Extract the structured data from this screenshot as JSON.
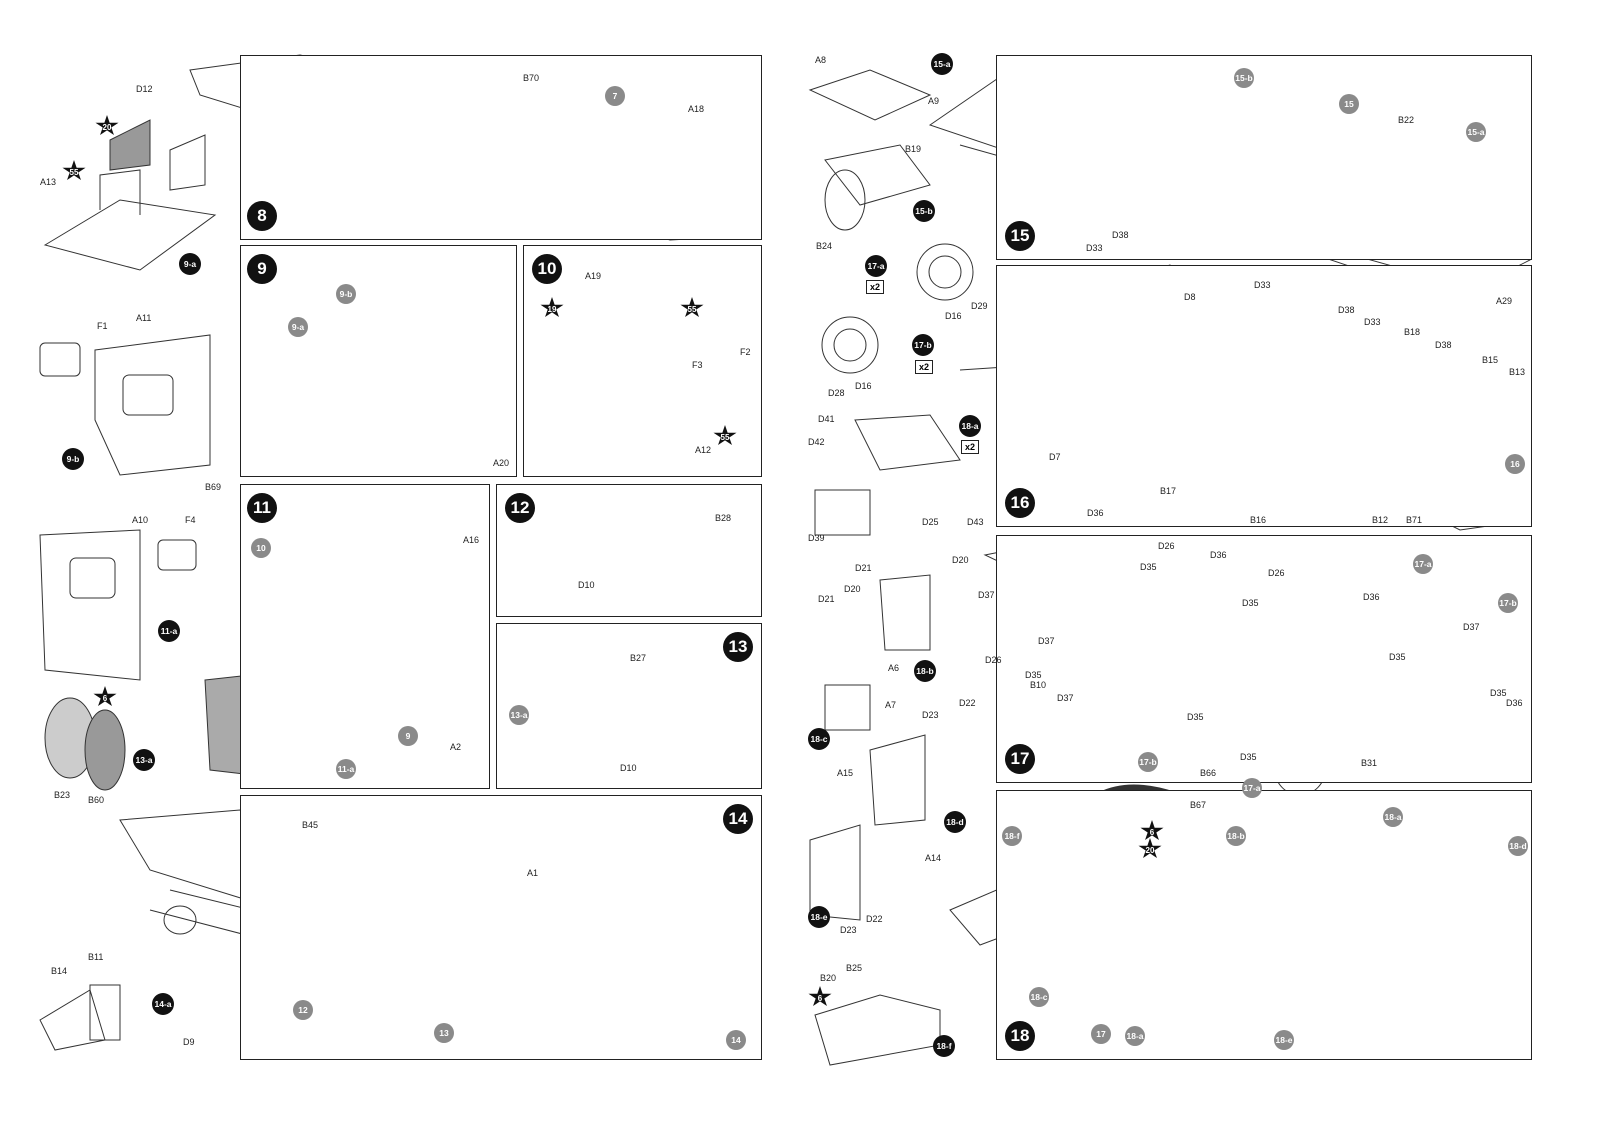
{
  "steps": [
    {
      "num": "8"
    },
    {
      "num": "9"
    },
    {
      "num": "10"
    },
    {
      "num": "11"
    },
    {
      "num": "12"
    },
    {
      "num": "13"
    },
    {
      "num": "14"
    },
    {
      "num": "15"
    },
    {
      "num": "16"
    },
    {
      "num": "17"
    },
    {
      "num": "18"
    }
  ],
  "part_labels": [
    "D12",
    "A13",
    "B70",
    "A18",
    "F1",
    "A11",
    "B69",
    "A19",
    "F2",
    "F3",
    "A12",
    "A20",
    "A10",
    "F4",
    "A16",
    "A2",
    "B23",
    "B60",
    "B28",
    "D10",
    "B27",
    "D10",
    "B45",
    "A1",
    "B14",
    "B11",
    "D9",
    "A8",
    "A9",
    "B19",
    "B24",
    "D16",
    "D29",
    "D28",
    "D16",
    "D41",
    "D42",
    "D25",
    "D43",
    "D39",
    "D21",
    "D20",
    "D21",
    "D20",
    "A6",
    "A7",
    "D23",
    "D22",
    "A15",
    "A14",
    "D23",
    "D22",
    "B25",
    "B20",
    "B22",
    "A29",
    "D38",
    "D33",
    "D8",
    "D33",
    "D38",
    "D33",
    "B18",
    "D38",
    "B15",
    "B13",
    "D7",
    "B17",
    "B16",
    "B12",
    "B71",
    "D36",
    "D26",
    "D35",
    "D36",
    "D26",
    "D37",
    "D35",
    "D36",
    "D37",
    "D26",
    "D35",
    "D37",
    "D35",
    "B10",
    "D37",
    "D35",
    "D36",
    "D35",
    "D35",
    "B31",
    "B66",
    "B67"
  ],
  "sub_refs_grey": [
    "7",
    "9-b",
    "9-a",
    "10",
    "9",
    "11-a",
    "13-a",
    "12",
    "13",
    "14",
    "15-b",
    "15-a",
    "15",
    "16",
    "17-a",
    "17-b",
    "17-b",
    "17-a",
    "17",
    "18-f",
    "18-b",
    "18-a",
    "18-d",
    "18-c",
    "18-a",
    "18-e"
  ],
  "sub_refs_black": [
    "9-a",
    "9-b",
    "11-a",
    "13-a",
    "14-a",
    "15-a",
    "15-b",
    "17-a",
    "17-b",
    "18-a",
    "18-b",
    "18-c",
    "18-d",
    "18-e",
    "18-f"
  ],
  "stars": [
    "20",
    "55",
    "19",
    "55",
    "55",
    "6",
    "6",
    "6",
    "20"
  ],
  "multipliers": [
    "x2",
    "x2",
    "x2"
  ]
}
